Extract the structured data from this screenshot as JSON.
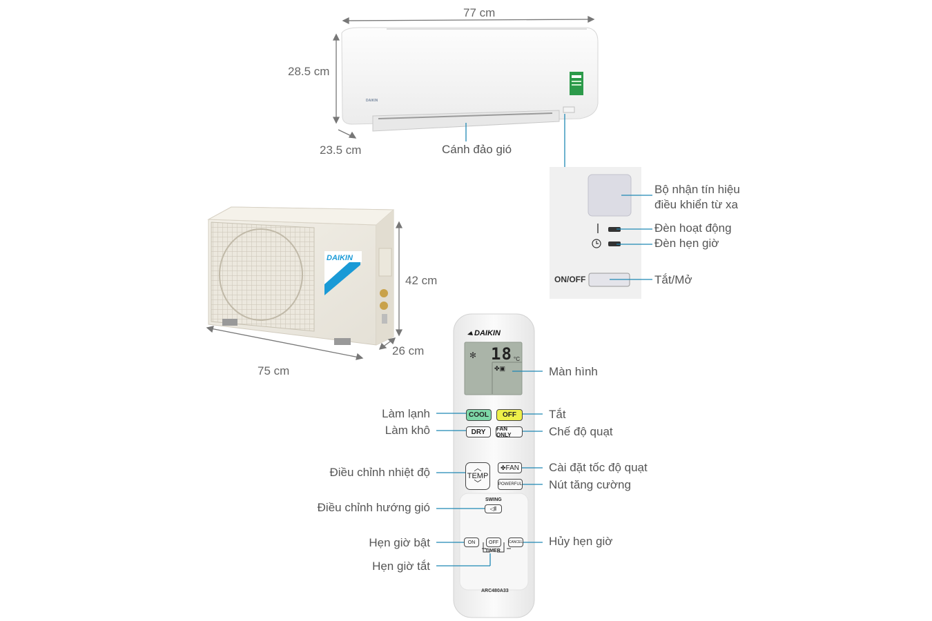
{
  "dimensions": {
    "indoor_width": "77 cm",
    "indoor_height": "28.5 cm",
    "indoor_depth": "23.5 cm",
    "outdoor_height": "42 cm",
    "outdoor_depth": "26 cm",
    "outdoor_width": "75 cm"
  },
  "indoor_labels": {
    "swing_flap": "Cánh đảo gió",
    "receiver": "Bộ nhận tín hiệu\nđiều khiển từ xa",
    "operation_lamp": "Đèn hoạt động",
    "timer_lamp": "Đèn hẹn giờ",
    "onoff": "Tắt/Mở"
  },
  "panel": {
    "onoff_text": "ON/OFF",
    "operation_symbol": "|",
    "timer_symbol": "◴"
  },
  "brand": {
    "outdoor_logo": "DAIKIN",
    "remote_logo": "DAIKIN",
    "indoor_logo": "DAIKIN"
  },
  "remote": {
    "display_temp": "18",
    "display_unit": "°C",
    "cool": "COOL",
    "off": "OFF",
    "dry": "DRY",
    "fan_only": "FAN ONLY",
    "temp": "TEMP",
    "fan": "FAN",
    "powerful": "POWERFUL",
    "swing": "SWING",
    "timer_on": "ON",
    "timer_off": "OFF",
    "timer_cancel": "CANCEL",
    "timer": "TIMER",
    "model": "ARC480A33"
  },
  "remote_labels": {
    "screen": "Màn hình",
    "cool": "Làm lạnh",
    "off": "Tắt",
    "dry": "Làm khô",
    "fan_mode": "Chế độ quạt",
    "temp_adjust": "Điều chỉnh nhiệt độ",
    "fan_speed": "Cài đặt tốc độ quạt",
    "powerful": "Nút tăng cường",
    "swing": "Điều chỉnh hướng gió",
    "timer_on": "Hẹn giờ bật",
    "timer_off": "Hẹn giờ tắt",
    "timer_cancel": "Hủy hẹn giờ"
  },
  "colors": {
    "leader": "#1e88b4",
    "cool_btn": "#7ed8a8",
    "off_btn": "#eef04a",
    "daikin_blue": "#1a9ad6"
  }
}
